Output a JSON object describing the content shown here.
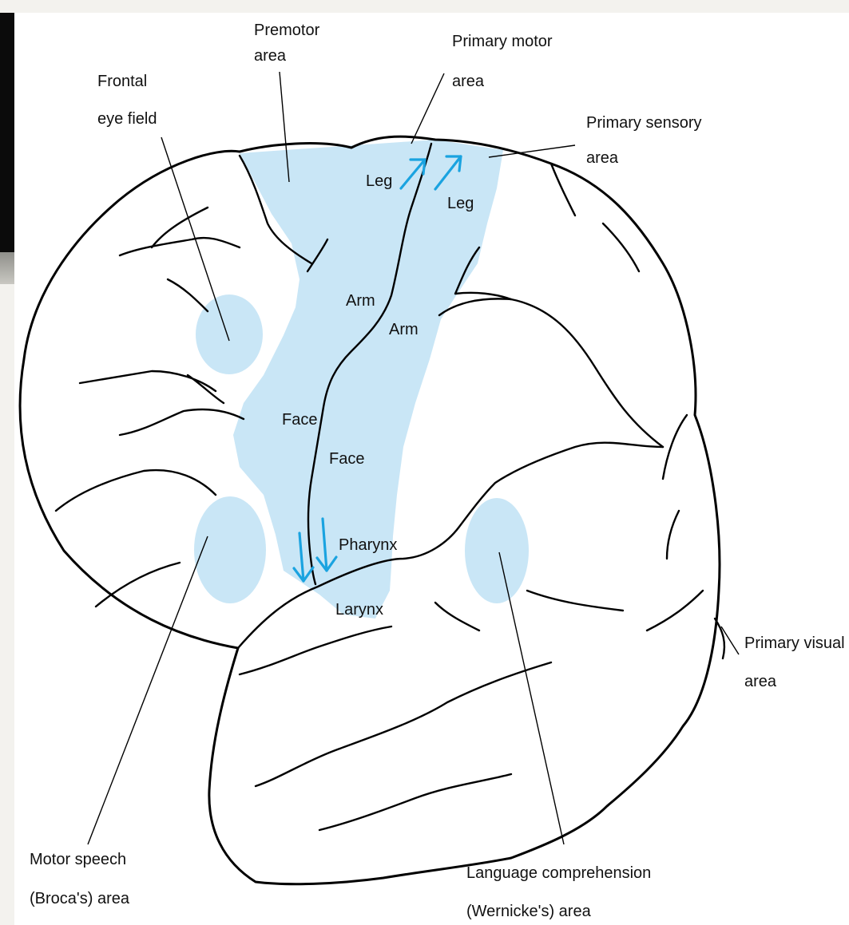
{
  "labels": {
    "premotor": [
      "Premotor",
      "area"
    ],
    "primary_motor": [
      "Primary motor",
      "area"
    ],
    "frontal_eye": [
      "Frontal",
      "eye field"
    ],
    "primary_sensory": [
      "Primary sensory",
      "area"
    ],
    "primary_visual": [
      "Primary visual",
      "area"
    ],
    "broca": [
      "Motor speech",
      "(Broca's) area"
    ],
    "wernicke": [
      "Language comprehension",
      "(Wernicke's) area"
    ]
  },
  "motor_map": {
    "leg_motor": "Leg",
    "leg_sensory": "Leg",
    "arm_motor": "Arm",
    "arm_sensory": "Arm",
    "face_motor": "Face",
    "face_sensory": "Face",
    "pharynx": "Pharynx",
    "larynx": "Larynx"
  },
  "colors": {
    "region_fill": "#c9e6f6",
    "arrow": "#1aa3e0",
    "outline": "#000000"
  }
}
